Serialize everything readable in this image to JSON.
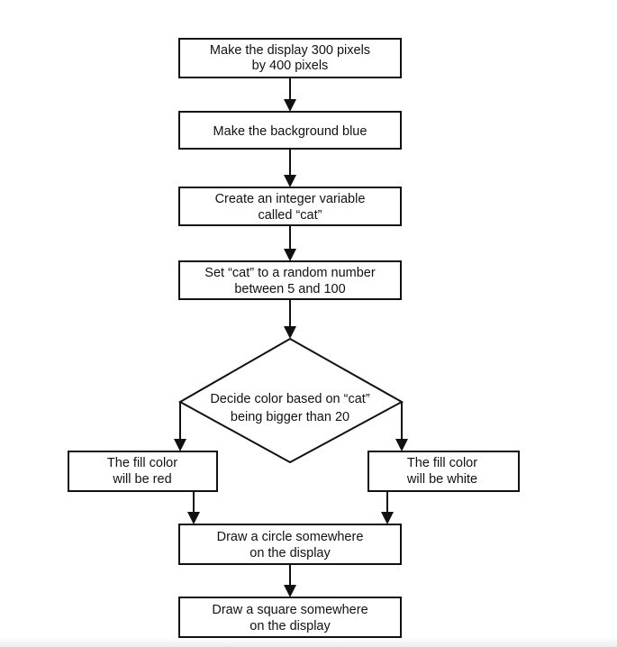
{
  "diagram": {
    "type": "flowchart",
    "nodes": {
      "set_size": {
        "lines": [
          "Make the display 300 pixels",
          "by 400 pixels"
        ]
      },
      "set_background": {
        "lines": [
          "Make the background blue"
        ]
      },
      "create_variable": {
        "lines": [
          "Create an integer variable",
          "called “cat”"
        ]
      },
      "set_random": {
        "lines": [
          "Set “cat” to a random number",
          "between 5 and 100"
        ]
      },
      "decision": {
        "lines": [
          "Decide color based on “cat”",
          "being bigger than 20"
        ]
      },
      "fill_red": {
        "lines": [
          "The fill color",
          "will be red"
        ]
      },
      "fill_white": {
        "lines": [
          "The fill color",
          "will be white"
        ]
      },
      "draw_circle": {
        "lines": [
          "Draw a circle somewhere",
          "on the display"
        ]
      },
      "draw_square": {
        "lines": [
          "Draw a square somewhere",
          "on the display"
        ]
      }
    },
    "edges": [
      {
        "from": "set_size",
        "to": "set_background"
      },
      {
        "from": "set_background",
        "to": "create_variable"
      },
      {
        "from": "create_variable",
        "to": "set_random"
      },
      {
        "from": "set_random",
        "to": "decision"
      },
      {
        "from": "decision",
        "to": "fill_red"
      },
      {
        "from": "decision",
        "to": "fill_white"
      },
      {
        "from": "fill_red",
        "to": "draw_circle"
      },
      {
        "from": "fill_white",
        "to": "draw_circle"
      },
      {
        "from": "draw_circle",
        "to": "draw_square"
      }
    ]
  }
}
